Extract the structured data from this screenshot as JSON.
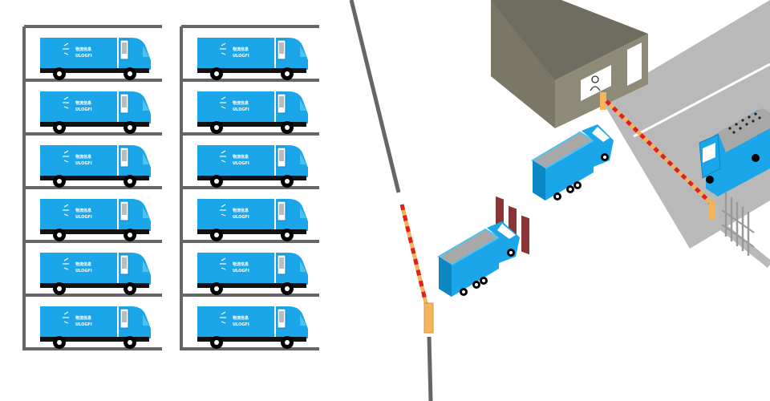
{
  "colors": {
    "truck_blue": "#1aa6e8",
    "truck_blue_dark": "#0d86c4",
    "truck_blue_light": "#4cc3f5",
    "shelf": "#666666",
    "road": "#b9b9b9",
    "warehouse_wall": "#8d8a78",
    "warehouse_roof": "#6f6c60",
    "warehouse_door": "#8a3535",
    "barrier_orange": "#f3b45c",
    "barrier_red": "#e0201c",
    "wheel": "#000000",
    "line": "#666666"
  },
  "icons": {
    "truck": "box-truck-icon",
    "dump_truck": "dump-truck-icon",
    "barrier": "boom-barrier-icon",
    "warehouse": "warehouse-icon",
    "person": "person-icon",
    "fence": "fence-icon"
  },
  "parking": {
    "columns": 2,
    "rows": 6,
    "truck_label_line1": "物流信息",
    "truck_label_line2": "ULOGFI"
  }
}
